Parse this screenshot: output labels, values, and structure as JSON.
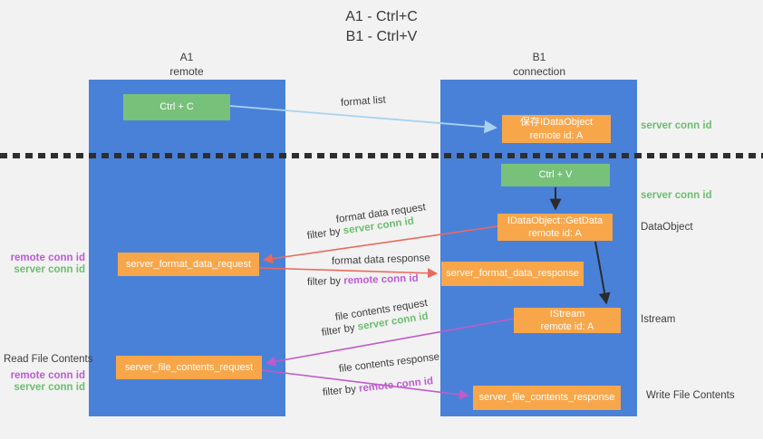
{
  "title": {
    "line1": "A1 - Ctrl+C",
    "line2": "B1 - Ctrl+V"
  },
  "columns": {
    "left": {
      "name": "A1",
      "subtitle": "remote"
    },
    "right": {
      "name": "B1",
      "subtitle": "connection"
    }
  },
  "nodes": {
    "ctrl_c": {
      "label": "Ctrl + C"
    },
    "ctrl_v": {
      "label": "Ctrl + V"
    },
    "save_idataobject": {
      "line1": "保存IDataObject",
      "line2": "remote id: A"
    },
    "idataobject_getdata": {
      "line1": "IDataObject::GetData",
      "line2": "remote id: A"
    },
    "istream": {
      "line1": "IStream",
      "line2": "remote id: A"
    },
    "server_format_data_request": {
      "label": "server_format_data_request"
    },
    "server_format_data_response": {
      "label": "server_format_data_response"
    },
    "server_file_contents_request": {
      "label": "server_file_contents_request"
    },
    "server_file_contents_response": {
      "label": "server_file_contents_response"
    }
  },
  "arrow_labels": {
    "format_list": "format list",
    "format_data_request": "format data request",
    "format_data_response": "format data response",
    "file_contents_request": "file contents request",
    "file_contents_response": "file contents response",
    "filter_by": "filter by"
  },
  "conn_ids": {
    "server": "server conn id",
    "remote": "remote conn id"
  },
  "side_labels": {
    "dataobject": "DataObject",
    "istream": "Istream",
    "read_file_contents": "Read File Contents",
    "write_file_contents": "Write File Contents"
  },
  "colors": {
    "background": "#f2f2f2",
    "column_blue": "#4A81D8",
    "node_green": "#77C17A",
    "node_orange": "#F8A64A",
    "green_text": "#6CBE6E",
    "magenta_text": "#BC5BD3",
    "red_arrow": "#E96A5E",
    "magenta_arrow": "#C05BC8",
    "blue_arrow": "#A9D2F0",
    "black_arrow": "#2b2b2b",
    "dashed_line": "#2e2e2e"
  }
}
